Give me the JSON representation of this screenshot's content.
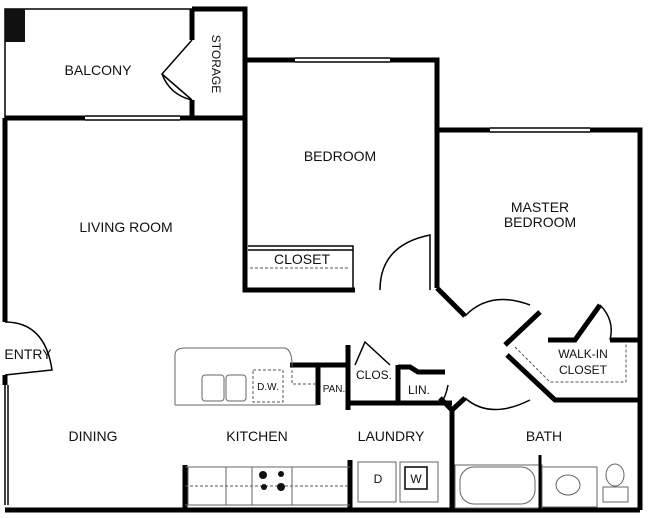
{
  "rooms": {
    "balcony": "BALCONY",
    "storage": "STORAGE",
    "bedroom": "BEDROOM",
    "closet": "CLOSET",
    "master_bedroom_1": "MASTER",
    "master_bedroom_2": "BEDROOM",
    "living_room": "LIVING ROOM",
    "entry": "ENTRY",
    "walk_in_closet_1": "WALK-IN",
    "walk_in_closet_2": "CLOSET",
    "dw": "D.W.",
    "pantry": "PAN.",
    "clos": "CLOS.",
    "linen": "LIN.",
    "dining": "DINING",
    "kitchen": "KITCHEN",
    "laundry": "LAUNDRY",
    "bath": "BATH",
    "dryer": "D",
    "washer": "W"
  }
}
